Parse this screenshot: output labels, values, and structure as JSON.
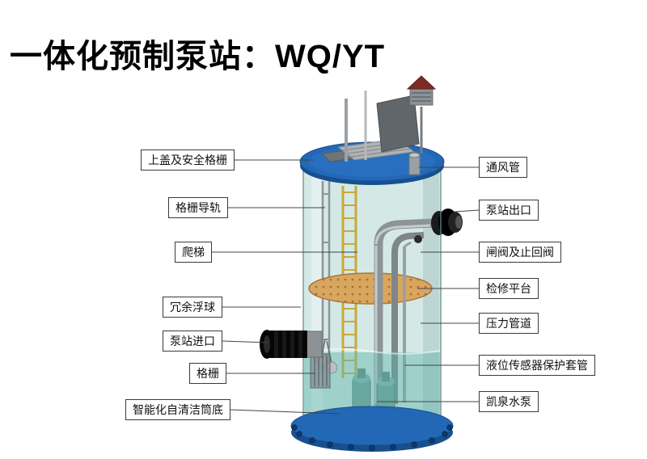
{
  "title": "一体化预制泵站：WQ/YT",
  "labels": {
    "left": [
      {
        "text": "上盖及安全格栅"
      },
      {
        "text": "格栅导轨"
      },
      {
        "text": "爬梯"
      },
      {
        "text": "冗余浮球"
      },
      {
        "text": "泵站进口"
      },
      {
        "text": "格栅"
      },
      {
        "text": "智能化自清洁筒底"
      }
    ],
    "right": [
      {
        "text": "通风管"
      },
      {
        "text": "泵站出口"
      },
      {
        "text": "闸阀及止回阀"
      },
      {
        "text": "检修平台"
      },
      {
        "text": "压力管道"
      },
      {
        "text": "液位传感器保护套管"
      },
      {
        "text": "凯泉水泵"
      }
    ]
  },
  "colors": {
    "lid_blue": "#2268b6",
    "base_blue": "#174f8f",
    "tank_glass": "#aad4cd",
    "platform_orange": "#d9a660",
    "ladder_yellow": "#c9a93c",
    "vent_roof_red": "#7e2a22"
  }
}
